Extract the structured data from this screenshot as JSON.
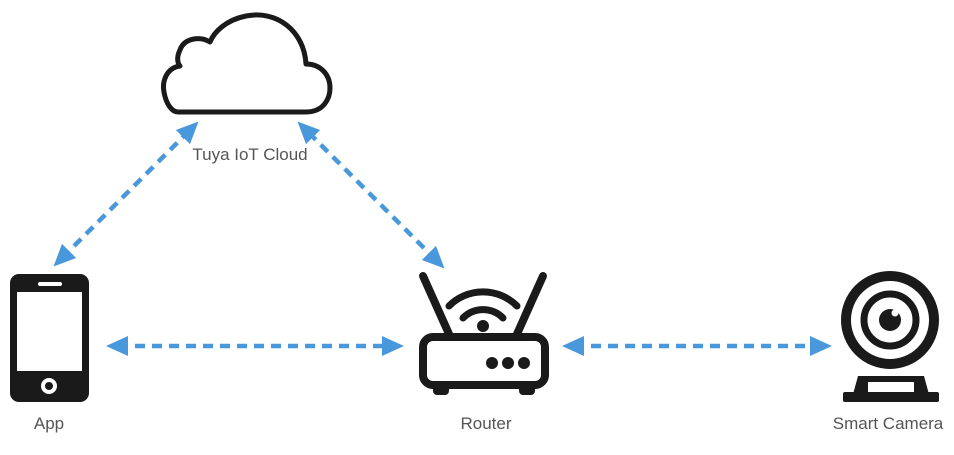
{
  "nodes": {
    "cloud": {
      "label": "Tuya IoT Cloud",
      "icon": "cloud-icon"
    },
    "app": {
      "label": "App",
      "icon": "smartphone-icon"
    },
    "router": {
      "label": "Router",
      "icon": "wifi-router-icon"
    },
    "camera": {
      "label": "Smart Camera",
      "icon": "webcam-icon"
    }
  },
  "connections": [
    {
      "from": "app",
      "to": "cloud",
      "style": "dashed",
      "direction": "bidirectional"
    },
    {
      "from": "router",
      "to": "cloud",
      "style": "dashed",
      "direction": "bidirectional"
    },
    {
      "from": "app",
      "to": "router",
      "style": "dashed",
      "direction": "bidirectional"
    },
    {
      "from": "router",
      "to": "camera",
      "style": "dashed",
      "direction": "bidirectional"
    }
  ],
  "colors": {
    "icon": "#1a1a1a",
    "connector": "#4a98dc",
    "label": "#555555"
  }
}
